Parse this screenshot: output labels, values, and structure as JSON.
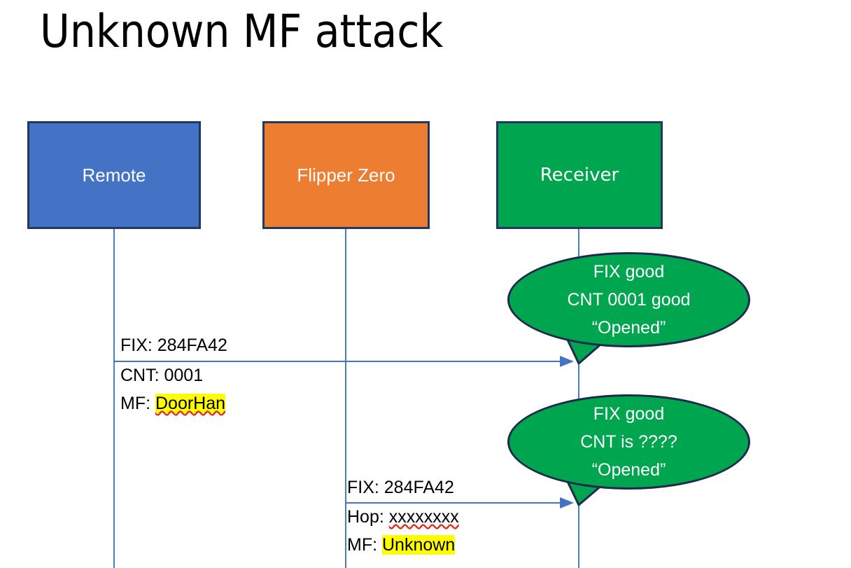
{
  "slide": {
    "title": "Unknown MF attack",
    "background": "#ffffff"
  },
  "colors": {
    "remote_fill": "#4472c4",
    "flipper_fill": "#ed7d31",
    "receiver_fill": "#00a550",
    "box_border": "#1f3864",
    "bubble_fill": "#00a550",
    "bubble_border": "#1f2a4d",
    "lifeline": "#4a7ebb",
    "arrow": "#4472c4",
    "highlight": "#ffff00",
    "spellcheck_underline": "#e03020",
    "text_dark": "#000000",
    "text_light": "#ffffff"
  },
  "actors": [
    {
      "id": "remote",
      "label": "Remote",
      "fill": "#4472c4"
    },
    {
      "id": "flipper",
      "label": "Flipper Zero",
      "fill": "#ed7d31"
    },
    {
      "id": "receiver",
      "label": "Receiver",
      "fill": "#00a550"
    }
  ],
  "messages": [
    {
      "id": "msg-1",
      "from": "remote",
      "to": "receiver",
      "lines": [
        {
          "prefix": "FIX: 284FA42",
          "value": "",
          "highlight": false,
          "spellcheck": false
        },
        {
          "prefix": "CNT: 0001",
          "value": "",
          "highlight": false,
          "spellcheck": false
        },
        {
          "prefix": "MF: ",
          "value": "DoorHan",
          "highlight": true,
          "spellcheck": true
        }
      ]
    },
    {
      "id": "msg-2",
      "from": "flipper",
      "to": "receiver",
      "lines": [
        {
          "prefix": "FIX: 284FA42",
          "value": "",
          "highlight": false,
          "spellcheck": false
        },
        {
          "prefix": "Hop: ",
          "value": "xxxxxxxx",
          "highlight": false,
          "spellcheck": true
        },
        {
          "prefix": "MF: ",
          "value": "Unknown",
          "highlight": true,
          "spellcheck": false
        }
      ]
    }
  ],
  "bubbles": [
    {
      "id": "bubble-1",
      "lines": [
        "FIX good",
        "CNT 0001 good",
        "“Opened”"
      ]
    },
    {
      "id": "bubble-2",
      "lines": [
        "FIX good",
        "CNT is ????",
        "“Opened”"
      ]
    }
  ]
}
